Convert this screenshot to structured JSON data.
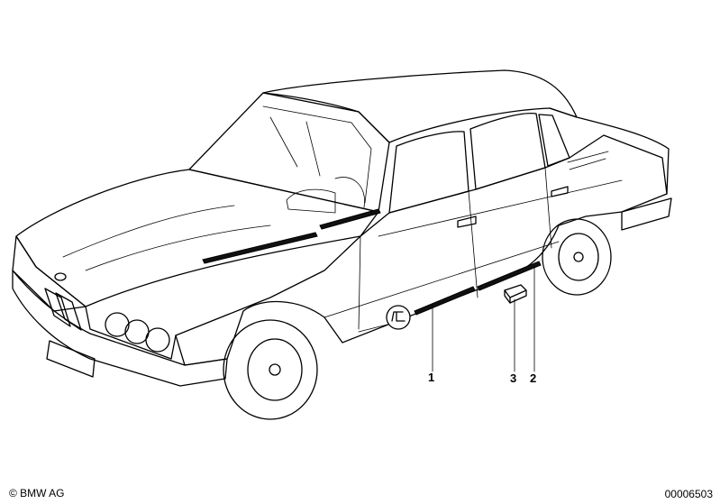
{
  "diagram": {
    "description_free": true,
    "callouts": [
      {
        "id": "1",
        "label": "1"
      },
      {
        "id": "2",
        "label": "2"
      },
      {
        "id": "3",
        "label": "3"
      }
    ]
  },
  "footer": {
    "copyright": "© BMW AG",
    "doc_number": "00006503"
  },
  "icons": {
    "note_symbol": "tool-symbol-icon"
  }
}
